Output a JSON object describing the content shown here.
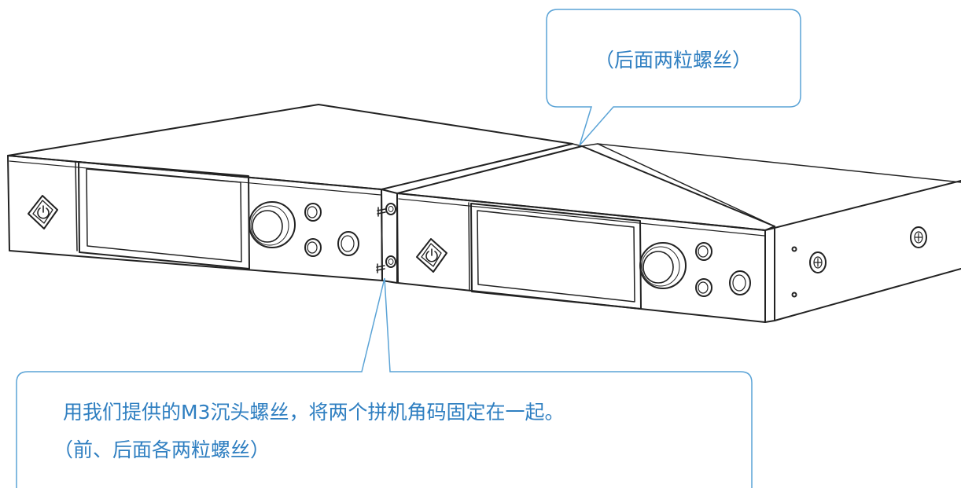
{
  "callouts": {
    "rear": {
      "text": "（后面两粒螺丝）"
    },
    "front": {
      "line1": "用我们提供的M3沉头螺丝，将两个拼机角码固定在一起。",
      "line2": "（前、后面各两粒螺丝）"
    }
  },
  "units": [
    {
      "power_icon": "power-icon",
      "knob": "rotary-knob",
      "buttons": 3
    },
    {
      "power_icon": "power-icon",
      "knob": "rotary-knob",
      "buttons": 3
    }
  ],
  "colors": {
    "callout": "#5aa3d6",
    "callout_text": "#2f7fc1",
    "line_art": "#222222"
  }
}
